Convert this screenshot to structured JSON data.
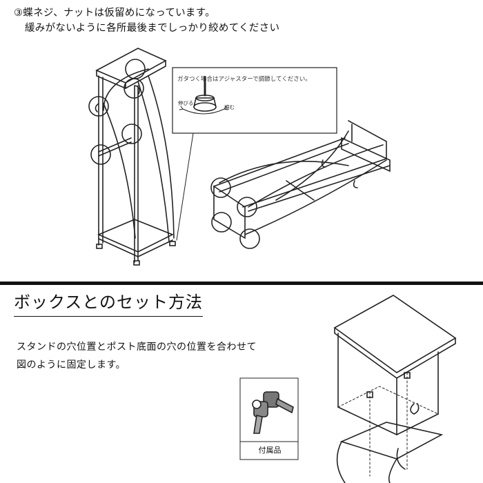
{
  "step": {
    "line1": "③蝶ネジ、ナットは仮留めになっています。",
    "line2": "緩みがないように各所最後までしっかり絞めてください"
  },
  "callout": {
    "caption": "ガタつく場合はアジャスターで調節してください。",
    "extend_label": "伸びる",
    "shrink_label": "縮む"
  },
  "section": {
    "title": "ボックスとのセット方法",
    "instruction_line1": "スタンドの穴位置とポスト底面の穴の位置を合わせて",
    "instruction_line2": "図のように固定します。"
  },
  "accessory": {
    "label": "付属品"
  }
}
